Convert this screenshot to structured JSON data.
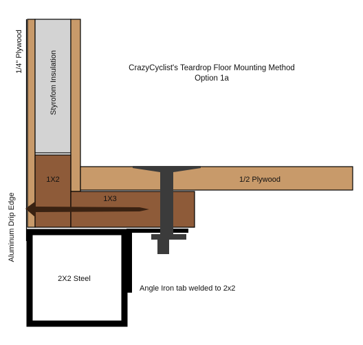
{
  "title": {
    "line1": "CrazyCyclist's Teardrop Floor Mounting Method",
    "line2": "Option 1a"
  },
  "labels": {
    "plywood_quarter": "1/4\" Plywood",
    "insulation": "Styrofom Insulation",
    "one_by_two": "1X2",
    "one_by_three": "1X3",
    "half_plywood": "1/2 Plywood",
    "drip_edge": "Aluminum Drip Edge",
    "steel": "2X2 Steel",
    "angle_iron": "Angle Iron tab welded to 2x2"
  },
  "colors": {
    "plywood": "#c89a6a",
    "lumber": "#8e5b39",
    "insulation": "#d3d3d3",
    "steel": "#000000",
    "bolt": "#3b3b3b",
    "screw": "#3a2212",
    "outline": "#000000"
  }
}
